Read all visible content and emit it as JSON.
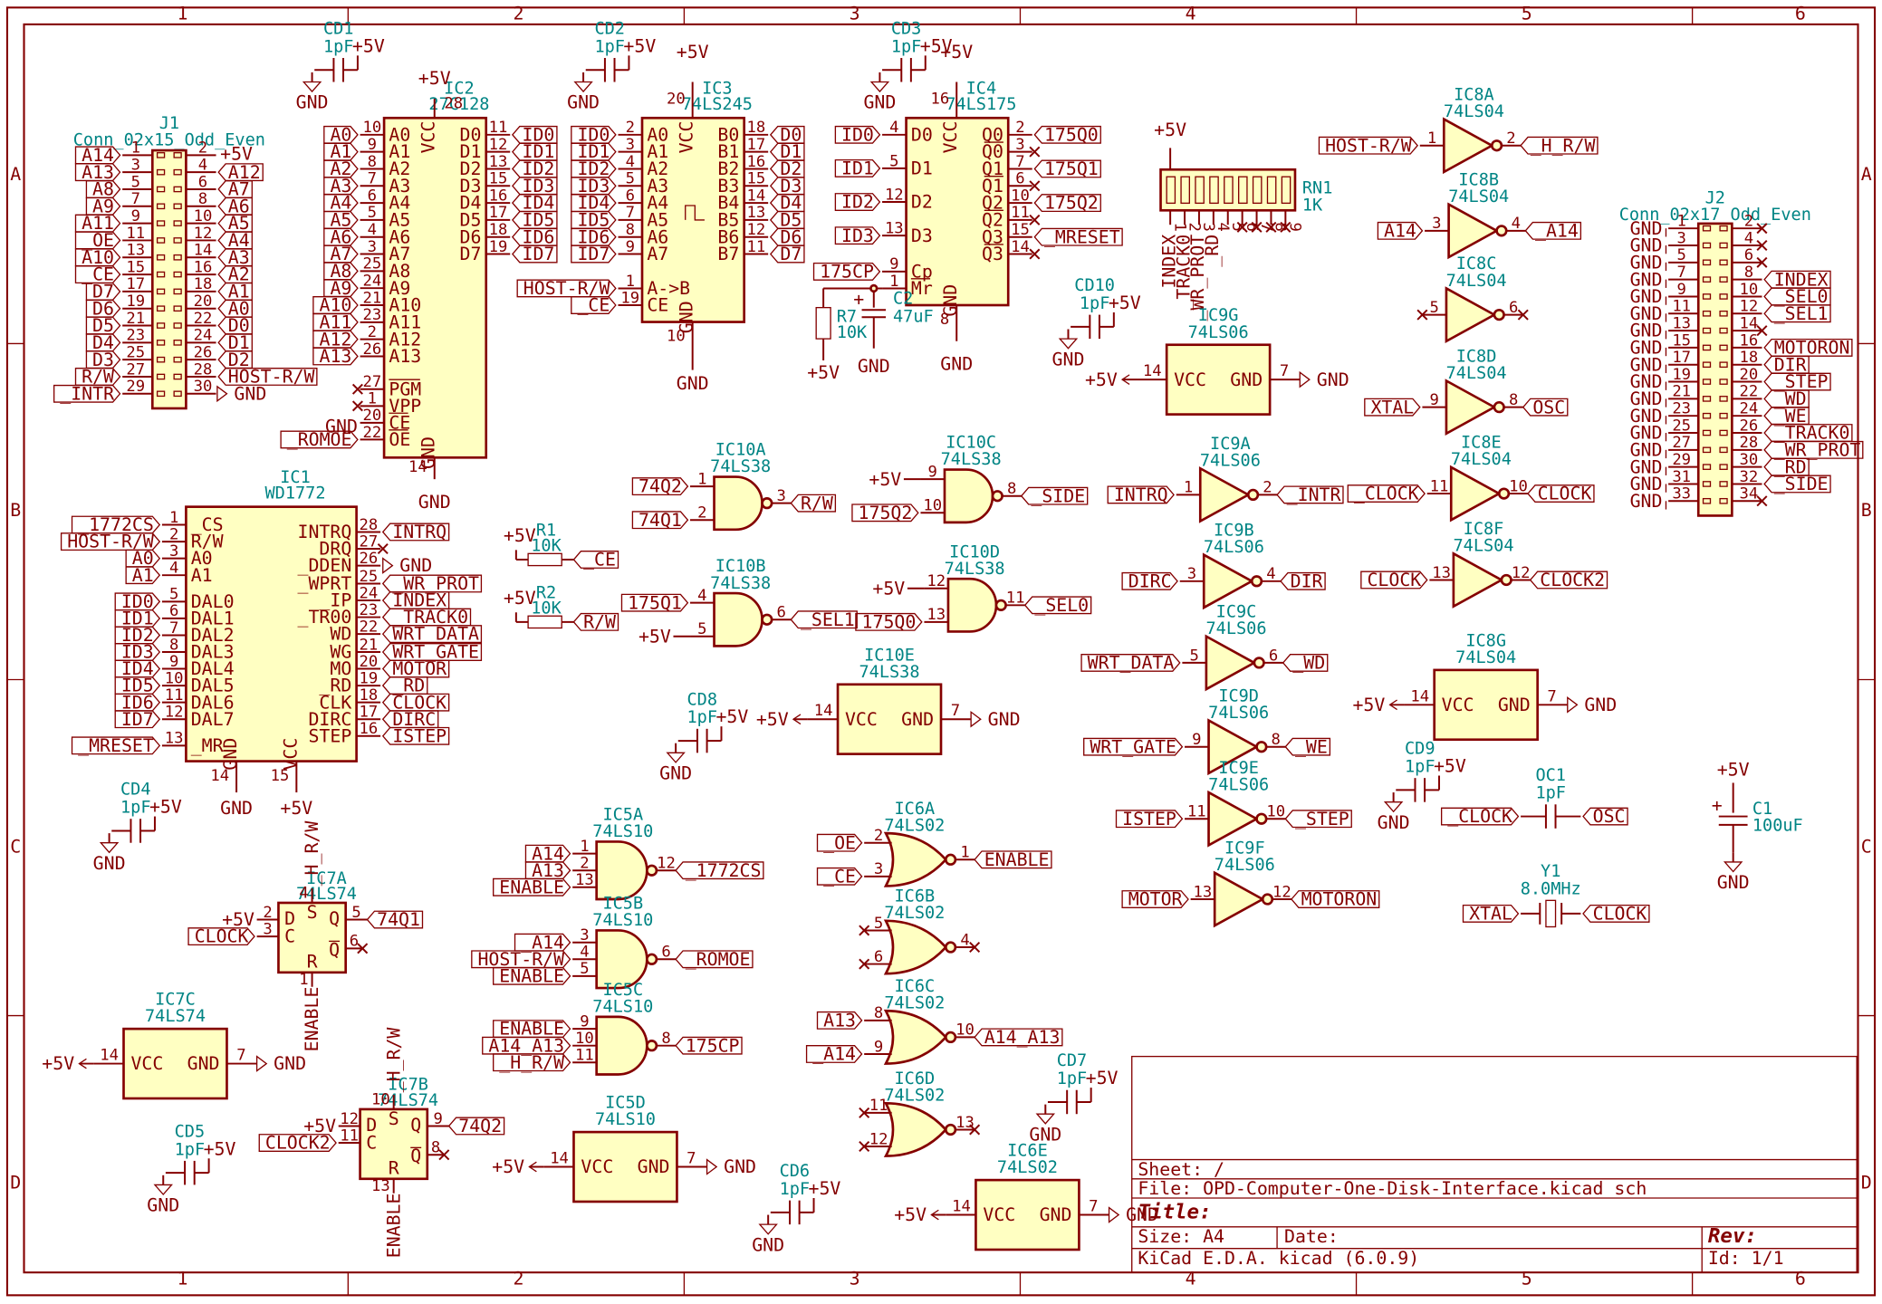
{
  "frame": {
    "col_labels": [
      "1",
      "2",
      "3",
      "4",
      "5",
      "6"
    ],
    "row_labels": [
      "A",
      "B",
      "C",
      "D"
    ]
  },
  "title_block": {
    "sheet": "Sheet: /",
    "file": "File: OPD-Computer-One-Disk-Interface.kicad_sch",
    "title": "Title:",
    "size": "Size: A4",
    "date": "Date:",
    "rev": "Rev:",
    "tool": "KiCad E.D.A.  kicad (6.0.9)",
    "id": "Id: 1/1"
  },
  "components": {
    "J1": {
      "ref": "J1",
      "value": "Conn_02x15_Odd_Even"
    },
    "J2": {
      "ref": "J2",
      "value": "Conn_02x17_Odd_Even"
    },
    "IC1": {
      "ref": "IC1",
      "value": "WD1772"
    },
    "IC2": {
      "ref": "IC2",
      "value": "27C128"
    },
    "IC3": {
      "ref": "IC3",
      "value": "74LS245"
    },
    "IC4": {
      "ref": "IC4",
      "value": "74LS175"
    },
    "RN1": {
      "ref": "RN1",
      "value": "1K"
    },
    "R1": {
      "ref": "R1",
      "value": "10K"
    },
    "R2": {
      "ref": "R2",
      "value": "10K"
    },
    "R7": {
      "ref": "R7",
      "value": "10K"
    },
    "C1": {
      "ref": "C1",
      "value": "100uF"
    },
    "C2": {
      "ref": "C2",
      "value": "47uF"
    },
    "Y1": {
      "ref": "Y1",
      "value": "8.0MHz"
    },
    "OC1": {
      "ref": "OC1",
      "value": "1pF"
    },
    "CD1": {
      "ref": "CD1",
      "value": "1pF"
    },
    "CD2": {
      "ref": "CD2",
      "value": "1pF"
    },
    "CD3": {
      "ref": "CD3",
      "value": "1pF"
    },
    "CD4": {
      "ref": "CD4",
      "value": "1pF"
    },
    "CD5": {
      "ref": "CD5",
      "value": "1pF"
    },
    "CD6": {
      "ref": "CD6",
      "value": "1pF"
    },
    "CD7": {
      "ref": "CD7",
      "value": "1pF"
    },
    "CD8": {
      "ref": "CD8",
      "value": "1pF"
    },
    "CD9": {
      "ref": "CD9",
      "value": "1pF"
    },
    "CD10": {
      "ref": "CD10",
      "value": "1pF"
    }
  },
  "power": {
    "vcc": "+5V",
    "gnd": "GND"
  },
  "j1_left_labels": [
    "A14",
    "A13",
    "A8",
    "A9",
    "A11",
    "_OE",
    "A10",
    "_CE",
    "D7",
    "D6",
    "D5",
    "D4",
    "D3",
    "R/W",
    "_INTR"
  ],
  "j1_left_pins": [
    "1",
    "3",
    "5",
    "7",
    "9",
    "11",
    "13",
    "15",
    "17",
    "19",
    "21",
    "23",
    "25",
    "27",
    "29"
  ],
  "j1_right_labels": [
    "+5V",
    "A12",
    "A7",
    "A6",
    "A5",
    "A4",
    "A3",
    "A2",
    "A1",
    "A0",
    "D0",
    "D1",
    "D2",
    "HOST-R/W",
    "GND"
  ],
  "j1_right_pins": [
    "2",
    "4",
    "6",
    "8",
    "10",
    "12",
    "14",
    "16",
    "18",
    "20",
    "22",
    "24",
    "26",
    "28",
    "30"
  ],
  "j2_left_pins": [
    "1",
    "3",
    "5",
    "7",
    "9",
    "11",
    "13",
    "15",
    "17",
    "19",
    "21",
    "23",
    "25",
    "27",
    "29",
    "31",
    "33"
  ],
  "j2_right_pins": [
    "2",
    "4",
    "6",
    "8",
    "10",
    "12",
    "14",
    "16",
    "18",
    "20",
    "22",
    "24",
    "26",
    "28",
    "30",
    "32",
    "34"
  ],
  "j2_right_labels": [
    "",
    "",
    "",
    "INDEX",
    "_SEL0",
    "_SEL1",
    "",
    "MOTORON",
    "DIR",
    "_STEP",
    "_WD",
    "_WE",
    "_TRACK0",
    "_WR_PROT",
    "_RD",
    "_SIDE",
    ""
  ],
  "ic2": {
    "a_pins": [
      "A0",
      "A1",
      "A2",
      "A3",
      "A4",
      "A5",
      "A6",
      "A7",
      "A8",
      "A9",
      "A10",
      "A11",
      "A12",
      "A13"
    ],
    "a_nums": [
      "10",
      "9",
      "8",
      "7",
      "6",
      "5",
      "4",
      "3",
      "25",
      "24",
      "21",
      "23",
      "2",
      "26"
    ],
    "a_labels": [
      "A0",
      "A1",
      "A2",
      "A3",
      "A4",
      "A5",
      "A6",
      "A7",
      "A8",
      "A9",
      "A10",
      "A11",
      "A12",
      "A13"
    ],
    "d_pins": [
      "D0",
      "D1",
      "D2",
      "D3",
      "D4",
      "D5",
      "D6",
      "D7"
    ],
    "d_nums": [
      "11",
      "12",
      "13",
      "15",
      "16",
      "17",
      "18",
      "19"
    ],
    "d_labels": [
      "ID0",
      "ID1",
      "ID2",
      "ID3",
      "ID4",
      "ID5",
      "ID6",
      "ID7"
    ],
    "ctl_pins": [
      "PGM",
      "VPP",
      "CE",
      "OE"
    ],
    "ctl_nums": [
      "27",
      "1",
      "20",
      "22"
    ],
    "vcc": "VCC",
    "vcc_num": "28",
    "gnd": "GND",
    "gnd_num": "14",
    "ce_label": "GND",
    "oe_label": "_ROMOE"
  },
  "ic3": {
    "a_pins": [
      "A0",
      "A1",
      "A2",
      "A3",
      "A4",
      "A5",
      "A6",
      "A7"
    ],
    "a_nums": [
      "2",
      "3",
      "4",
      "5",
      "6",
      "7",
      "8",
      "9"
    ],
    "a_labels": [
      "ID0",
      "ID1",
      "ID2",
      "ID3",
      "ID4",
      "ID5",
      "ID6",
      "ID7"
    ],
    "b_pins": [
      "B0",
      "B1",
      "B2",
      "B3",
      "B4",
      "B5",
      "B6",
      "B7"
    ],
    "b_nums": [
      "18",
      "17",
      "16",
      "15",
      "14",
      "13",
      "12",
      "11"
    ],
    "b_labels": [
      "D0",
      "D1",
      "D2",
      "D3",
      "D4",
      "D5",
      "D6",
      "D7"
    ],
    "dir_pin": "A->B",
    "dir_num": "1",
    "dir_label": "HOST-R/W",
    "ce_pin": "CE",
    "ce_num": "19",
    "ce_label": "_CE",
    "vcc": "VCC",
    "vcc_num": "20",
    "gnd": "GND",
    "gnd_num": "10"
  },
  "ic4": {
    "d_pins": [
      "D0",
      "D1",
      "D2",
      "D3"
    ],
    "d_nums": [
      "4",
      "5",
      "12",
      "13"
    ],
    "d_labels": [
      "ID0",
      "ID1",
      "ID2",
      "ID3"
    ],
    "q_pins": [
      "Q0",
      "Q0",
      "Q1",
      "Q1",
      "Q2",
      "Q2",
      "Q3",
      "Q3"
    ],
    "q_nums": [
      "2",
      "3",
      "7",
      "6",
      "10",
      "11",
      "15",
      "14"
    ],
    "q_labels": [
      "175Q0",
      "",
      "175Q1",
      "",
      "175Q2",
      "",
      "_MRESET",
      ""
    ],
    "cp_pin": "Cp",
    "cp_num": "9",
    "cp_label": "175CP",
    "mr_pin": "Mr",
    "mr_num": "1",
    "vcc": "VCC",
    "vcc_num": "16",
    "gnd": "GND",
    "gnd_num": "8"
  },
  "ic1": {
    "left_pins": [
      "_CS",
      "R/W",
      "A0",
      "A1",
      "DAL0",
      "DAL1",
      "DAL2",
      "DAL3",
      "DAL4",
      "DAL5",
      "DAL6",
      "DAL7",
      "_MR"
    ],
    "left_nums": [
      "1",
      "2",
      "3",
      "4",
      "5",
      "6",
      "7",
      "8",
      "9",
      "10",
      "11",
      "12",
      "13"
    ],
    "left_labels": [
      "_1772CS",
      "HOST-R/W",
      "A0",
      "A1",
      "ID0",
      "ID1",
      "ID2",
      "ID3",
      "ID4",
      "ID5",
      "ID6",
      "ID7",
      "_MRESET"
    ],
    "right_pins": [
      "INTRQ",
      "DRQ",
      "_DDEN",
      "_WPRT",
      "_IP",
      "_TR00",
      "WD",
      "WG",
      "MO",
      "_RD",
      "CLK",
      "DIRC",
      "STEP"
    ],
    "right_nums": [
      "28",
      "27",
      "26",
      "25",
      "24",
      "23",
      "22",
      "21",
      "20",
      "19",
      "18",
      "17",
      "16"
    ],
    "right_labels": [
      "INTRQ",
      "",
      "GND",
      "_WR_PROT",
      "INDEX",
      "_TRACK0",
      "WRT_DATA",
      "WRT_GATE",
      "MOTOR",
      "_RD",
      "CLOCK",
      "DIRC",
      "ISTEP"
    ],
    "gnd": "GND",
    "gnd_num": "14",
    "vcc": "VCC",
    "vcc_num": "15"
  },
  "rn1_labels": [
    "INDEX",
    "_TRACK0",
    "_WR_PROT",
    "_RD"
  ],
  "gates": {
    "ic8a": {
      "ref": "IC8A",
      "value": "74LS04",
      "in": [
        "HOST-R/W"
      ],
      "in_pins": [
        "1"
      ],
      "out": "_H_R/W",
      "out_pin": "2"
    },
    "ic8b": {
      "ref": "IC8B",
      "value": "74LS04",
      "in": [
        "A14"
      ],
      "in_pins": [
        "3"
      ],
      "out": "_A14",
      "out_pin": "4"
    },
    "ic8c": {
      "ref": "IC8C",
      "value": "74LS04",
      "in": [
        ""
      ],
      "in_pins": [
        "5"
      ],
      "out": "",
      "out_pin": "6"
    },
    "ic8d": {
      "ref": "IC8D",
      "value": "74LS04",
      "in": [
        "XTAL"
      ],
      "in_pins": [
        "9"
      ],
      "out": "OSC",
      "out_pin": "8"
    },
    "ic8e": {
      "ref": "IC8E",
      "value": "74LS04",
      "in": [
        "_CLOCK"
      ],
      "in_pins": [
        "11"
      ],
      "out": "CLOCK",
      "out_pin": "10"
    },
    "ic8f": {
      "ref": "IC8F",
      "value": "74LS04",
      "in": [
        "CLOCK"
      ],
      "in_pins": [
        "13"
      ],
      "out": "CLOCK2",
      "out_pin": "12"
    },
    "ic9a": {
      "ref": "IC9A",
      "value": "74LS06",
      "in": [
        "INTRQ"
      ],
      "in_pins": [
        "1"
      ],
      "out": "_INTR",
      "out_pin": "2"
    },
    "ic9b": {
      "ref": "IC9B",
      "value": "74LS06",
      "in": [
        "DIRC"
      ],
      "in_pins": [
        "3"
      ],
      "out": "DIR",
      "out_pin": "4"
    },
    "ic9c": {
      "ref": "IC9C",
      "value": "74LS06",
      "in": [
        "WRT_DATA"
      ],
      "in_pins": [
        "5"
      ],
      "out": "_WD",
      "out_pin": "6"
    },
    "ic9d": {
      "ref": "IC9D",
      "value": "74LS06",
      "in": [
        "WRT_GATE"
      ],
      "in_pins": [
        "9"
      ],
      "out": "_WE",
      "out_pin": "8"
    },
    "ic9e": {
      "ref": "IC9E",
      "value": "74LS06",
      "in": [
        "ISTEP"
      ],
      "in_pins": [
        "11"
      ],
      "out": "_STEP",
      "out_pin": "10"
    },
    "ic9f": {
      "ref": "IC9F",
      "value": "74LS06",
      "in": [
        "MOTOR"
      ],
      "in_pins": [
        "13"
      ],
      "out": "MOTORON",
      "out_pin": "12"
    },
    "ic10a": {
      "ref": "IC10A",
      "value": "74LS38",
      "in": [
        "74Q2",
        "74Q1"
      ],
      "in_pins": [
        "1",
        "2"
      ],
      "out": "R/W",
      "out_pin": "3"
    },
    "ic10b": {
      "ref": "IC10B",
      "value": "74LS38",
      "in": [
        "175Q1",
        "+5V"
      ],
      "in_pins": [
        "4",
        "5"
      ],
      "out": "_SEL1",
      "out_pin": "6"
    },
    "ic10c": {
      "ref": "IC10C",
      "value": "74LS38",
      "in": [
        "+5V",
        "175Q2"
      ],
      "in_pins": [
        "9",
        "10"
      ],
      "out": "_SIDE",
      "out_pin": "8"
    },
    "ic10d": {
      "ref": "IC10D",
      "value": "74LS38",
      "in": [
        "+5V",
        "175Q0"
      ],
      "in_pins": [
        "12",
        "13"
      ],
      "out": "_SEL0",
      "out_pin": "11"
    },
    "ic5a": {
      "ref": "IC5A",
      "value": "74LS10",
      "in": [
        "A14",
        "A13",
        "ENABLE"
      ],
      "in_pins": [
        "1",
        "2",
        "13"
      ],
      "out": "_1772CS",
      "out_pin": "12"
    },
    "ic5b": {
      "ref": "IC5B",
      "value": "74LS10",
      "in": [
        "_A14",
        "HOST-R/W",
        "ENABLE"
      ],
      "in_pins": [
        "3",
        "4",
        "5"
      ],
      "out": "_ROMOE",
      "out_pin": "6"
    },
    "ic5c": {
      "ref": "IC5C",
      "value": "74LS10",
      "in": [
        "ENABLE",
        "A14_A13",
        "_H_R/W"
      ],
      "in_pins": [
        "9",
        "10",
        "11"
      ],
      "out": "175CP",
      "out_pin": "8"
    },
    "ic6a": {
      "ref": "IC6A",
      "value": "74LS02",
      "in": [
        "_OE",
        "_CE"
      ],
      "in_pins": [
        "2",
        "3"
      ],
      "out": "ENABLE",
      "out_pin": "1"
    },
    "ic6b": {
      "ref": "IC6B",
      "value": "74LS02",
      "in": [
        "",
        ""
      ],
      "in_pins": [
        "5",
        "6"
      ],
      "out": "",
      "out_pin": "4"
    },
    "ic6c": {
      "ref": "IC6C",
      "value": "74LS02",
      "in": [
        "A13",
        "_A14"
      ],
      "in_pins": [
        "8",
        "9"
      ],
      "out": "A14_A13",
      "out_pin": "10"
    },
    "ic6d": {
      "ref": "IC6D",
      "value": "74LS02",
      "in": [
        "",
        ""
      ],
      "in_pins": [
        "11",
        "12"
      ],
      "out": "",
      "out_pin": "13"
    }
  },
  "power_units": {
    "ic9g": {
      "ref": "IC9G",
      "value": "74LS06",
      "vcc": "VCC",
      "gnd": "GND",
      "vcc_pin": "14",
      "gnd_pin": "7"
    },
    "ic10e": {
      "ref": "IC10E",
      "value": "74LS38",
      "vcc": "VCC",
      "gnd": "GND",
      "vcc_pin": "14",
      "gnd_pin": "7"
    },
    "ic8g": {
      "ref": "IC8G",
      "value": "74LS04",
      "vcc": "VCC",
      "gnd": "GND",
      "vcc_pin": "14",
      "gnd_pin": "7"
    },
    "ic7c": {
      "ref": "IC7C",
      "value": "74LS74",
      "vcc": "VCC",
      "gnd": "GND",
      "vcc_pin": "14",
      "gnd_pin": "7"
    },
    "ic5d": {
      "ref": "IC5D",
      "value": "74LS10",
      "vcc": "VCC",
      "gnd": "GND",
      "vcc_pin": "14",
      "gnd_pin": "7"
    },
    "ic6e": {
      "ref": "IC6E",
      "value": "74LS02",
      "vcc": "VCC",
      "gnd": "GND",
      "vcc_pin": "14",
      "gnd_pin": "7"
    }
  },
  "flipflops": {
    "ic7a": {
      "ref": "IC7A",
      "value": "74LS74",
      "d_label": "+5V",
      "c_label": "CLOCK",
      "q_label": "74Q1",
      "s_label": "_H_R/W",
      "r_label": "ENABLE",
      "pins": [
        "2",
        "3",
        "5",
        "6",
        "4",
        "1"
      ]
    },
    "ic7b": {
      "ref": "IC7B",
      "value": "74LS74",
      "d_label": "+5V",
      "c_label": "CLOCK2",
      "q_label": "74Q2",
      "s_label": "_H_R/W",
      "r_label": "ENABLE",
      "pins": [
        "12",
        "11",
        "9",
        "8",
        "10",
        "13"
      ]
    }
  },
  "ff_pin_names": {
    "d": "D",
    "c": "C",
    "q": "Q",
    "qn": "Q",
    "s": "S",
    "r": "R"
  },
  "misc_labels": {
    "r1_label": "_CE",
    "r2_label": "R/W",
    "oc1_left": "_CLOCK",
    "oc1_right": "OSC",
    "y1_left": "XTAL",
    "y1_right": "CLOCK"
  }
}
